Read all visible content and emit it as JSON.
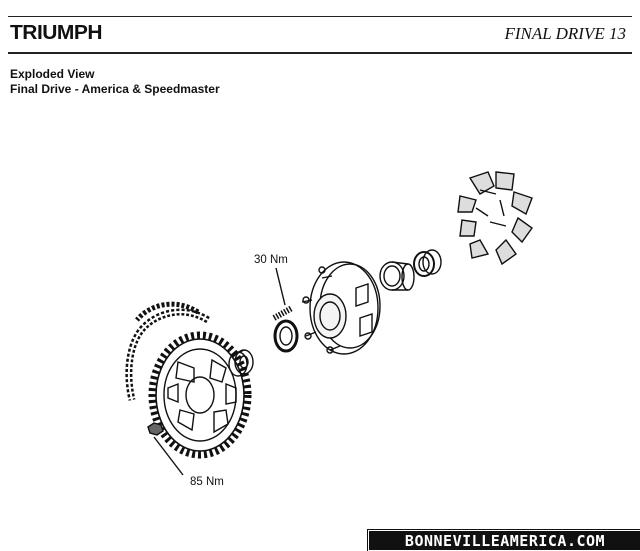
{
  "header": {
    "brand": "TRIUMPH",
    "section": "FINAL DRIVE 13"
  },
  "subtitle": {
    "line1": "Exploded View",
    "line2": "Final Drive - America & Speedmaster"
  },
  "torque_labels": {
    "stud": "30 Nm",
    "nut": "85 Nm"
  },
  "watermark": "BONNEVILLEAMERICA.COM"
}
